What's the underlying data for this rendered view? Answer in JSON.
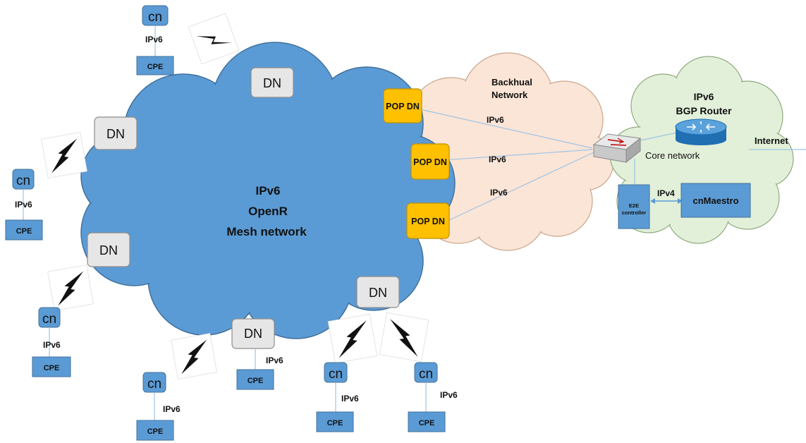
{
  "mesh": {
    "line1": "IPv6",
    "line2": "OpenR",
    "line3": "Mesh network"
  },
  "backhaul": {
    "line1": "Backhual",
    "line2": "Network"
  },
  "core": {
    "line1": "IPv6",
    "line2": "BGP Router",
    "core_label": "Core network",
    "internet": "Internet"
  },
  "pop_links": [
    "IPv6",
    "IPv6",
    "IPv6"
  ],
  "pop_nodes": [
    "POP DN",
    "POP DN",
    "POP DN"
  ],
  "dn_label": "DN",
  "cn_label": "cn",
  "cpe_label": "CPE",
  "ipv6": "IPv6",
  "e2e": {
    "line1": "E2E",
    "line2": "controller"
  },
  "ipv4": "IPv4",
  "cnmaestro": "cnMaestro",
  "colors": {
    "mesh_cloud": "#5b9bd5",
    "backhaul_cloud": "#fbe5d6",
    "core_cloud": "#e2f0d9",
    "pop_fill": "#ffc000",
    "dn_fill": "#e7e6e6",
    "cn_fill": "#5b9bd5",
    "cpe_fill": "#5b9bd5"
  },
  "icons": [
    "switch-icon",
    "router-icon",
    "wireless-link-icon"
  ]
}
